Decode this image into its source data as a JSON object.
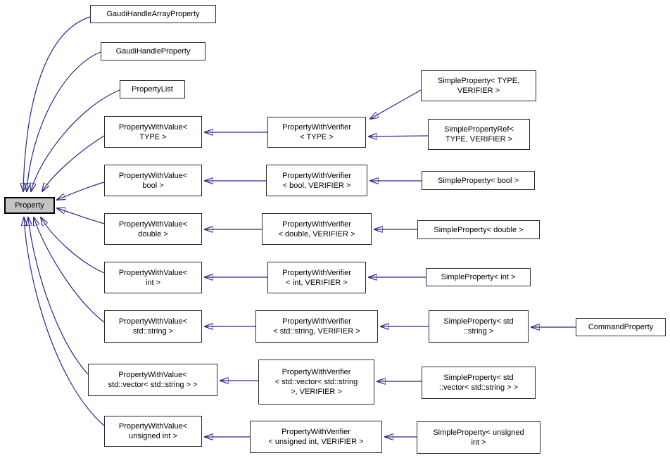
{
  "diagram_type": "class-inheritance-graph",
  "colors": {
    "edge": "#28288c",
    "node_border": "#2c2c2c",
    "highlight_node_fill": "#c4c4c4",
    "background": "#ffffff",
    "text": "#000000"
  },
  "nodes": {
    "property": {
      "label": "Property"
    },
    "gaudi_handle_array_property": {
      "label": "GaudiHandleArrayProperty"
    },
    "gaudi_handle_property": {
      "label": "GaudiHandleProperty"
    },
    "property_list": {
      "label": "PropertyList"
    },
    "pwv_type": {
      "label": "PropertyWithValue<\nTYPE >"
    },
    "pwv_bool": {
      "label": "PropertyWithValue<\nbool >"
    },
    "pwv_double": {
      "label": "PropertyWithValue<\ndouble >"
    },
    "pwv_int": {
      "label": "PropertyWithValue<\nint >"
    },
    "pwv_string": {
      "label": "PropertyWithValue<\nstd::string >"
    },
    "pwv_vector": {
      "label": "PropertyWithValue<\nstd::vector< std::string > >"
    },
    "pwv_unsigned": {
      "label": "PropertyWithValue<\nunsigned int >"
    },
    "pwvf_type": {
      "label": "PropertyWithVerifier\n< TYPE >"
    },
    "pwvf_bool": {
      "label": "PropertyWithVerifier\n< bool, VERIFIER >"
    },
    "pwvf_double": {
      "label": "PropertyWithVerifier\n< double, VERIFIER >"
    },
    "pwvf_int": {
      "label": "PropertyWithVerifier\n< int, VERIFIER >"
    },
    "pwvf_string": {
      "label": "PropertyWithVerifier\n< std::string, VERIFIER >"
    },
    "pwvf_vector": {
      "label": "PropertyWithVerifier\n< std::vector< std::string\n>, VERIFIER >"
    },
    "pwvf_unsigned": {
      "label": "PropertyWithVerifier\n< unsigned int, VERIFIER >"
    },
    "sp_type": {
      "label": "SimpleProperty< TYPE,\nVERIFIER >"
    },
    "spref_type": {
      "label": "SimplePropertyRef<\nTYPE, VERIFIER >"
    },
    "sp_bool": {
      "label": "SimpleProperty< bool >"
    },
    "sp_double": {
      "label": "SimpleProperty< double >"
    },
    "sp_int": {
      "label": "SimpleProperty< int >"
    },
    "sp_string": {
      "label": "SimpleProperty< std\n::string >"
    },
    "sp_vector": {
      "label": "SimpleProperty< std\n::vector< std::string > >"
    },
    "sp_unsigned": {
      "label": "SimpleProperty< unsigned\nint >"
    },
    "command_property": {
      "label": "CommandProperty"
    }
  },
  "edges": [
    {
      "from": "gaudi_handle_array_property",
      "to": "property"
    },
    {
      "from": "gaudi_handle_property",
      "to": "property"
    },
    {
      "from": "property_list",
      "to": "property"
    },
    {
      "from": "pwv_type",
      "to": "property"
    },
    {
      "from": "pwv_bool",
      "to": "property"
    },
    {
      "from": "pwv_double",
      "to": "property"
    },
    {
      "from": "pwv_int",
      "to": "property"
    },
    {
      "from": "pwv_string",
      "to": "property"
    },
    {
      "from": "pwv_vector",
      "to": "property"
    },
    {
      "from": "pwv_unsigned",
      "to": "property"
    },
    {
      "from": "pwvf_type",
      "to": "pwv_type"
    },
    {
      "from": "pwvf_bool",
      "to": "pwv_bool"
    },
    {
      "from": "pwvf_double",
      "to": "pwv_double"
    },
    {
      "from": "pwvf_int",
      "to": "pwv_int"
    },
    {
      "from": "pwvf_string",
      "to": "pwv_string"
    },
    {
      "from": "pwvf_vector",
      "to": "pwv_vector"
    },
    {
      "from": "pwvf_unsigned",
      "to": "pwv_unsigned"
    },
    {
      "from": "sp_type",
      "to": "pwvf_type"
    },
    {
      "from": "spref_type",
      "to": "pwvf_type"
    },
    {
      "from": "sp_bool",
      "to": "pwvf_bool"
    },
    {
      "from": "sp_double",
      "to": "pwvf_double"
    },
    {
      "from": "sp_int",
      "to": "pwvf_int"
    },
    {
      "from": "sp_string",
      "to": "pwvf_string"
    },
    {
      "from": "sp_vector",
      "to": "pwvf_vector"
    },
    {
      "from": "sp_unsigned",
      "to": "pwvf_unsigned"
    },
    {
      "from": "command_property",
      "to": "sp_string"
    }
  ]
}
